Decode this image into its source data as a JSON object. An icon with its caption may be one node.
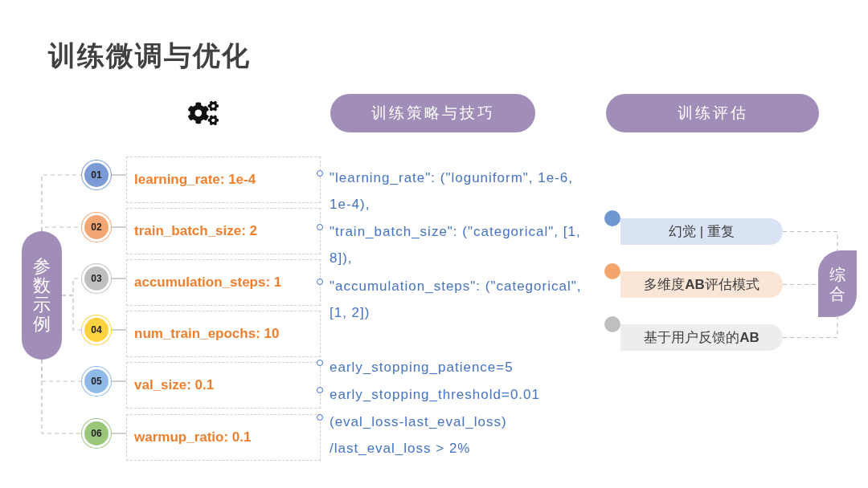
{
  "diagram": {
    "title": "训练微调与优化",
    "nodes": [
      {
        "text": [
          "参数示例"
        ]
      },
      {
        "text": [
          "01"
        ]
      },
      {
        "text": [
          "02"
        ]
      },
      {
        "text": [
          "03"
        ]
      },
      {
        "text": [
          "04"
        ]
      },
      {
        "text": [
          "05"
        ]
      },
      {
        "text": [
          "06"
        ]
      },
      {
        "text": [
          "learning_rate: 1e-4"
        ]
      },
      {
        "text": [
          "train_batch_size: 2"
        ]
      },
      {
        "text": [
          "accumulation_steps: 1"
        ]
      },
      {
        "text": [
          "num_train_epochs: 10"
        ]
      },
      {
        "text": [
          "val_size: 0.1"
        ]
      },
      {
        "text": [
          "warmup_ratio: 0.1"
        ]
      },
      {
        "text": [
          "训练策略与技巧"
        ]
      },
      {
        "text": [
          "训练评估"
        ]
      },
      {
        "text": [
          "幻觉 | 重复"
        ]
      },
      {
        "text": [
          "多维度**AB**评估模式"
        ]
      },
      {
        "text": [
          "基于用户反馈的**AB**"
        ]
      },
      {
        "text": [
          "综合"
        ]
      }
    ],
    "edges": [
      {
        "from": 0,
        "to": 1,
        "arrow": "none",
        "style": "dashed"
      },
      {
        "from": 0,
        "to": 2,
        "arrow": "none",
        "style": "dashed"
      },
      {
        "from": 0,
        "to": 3,
        "arrow": "none",
        "style": "dashed"
      },
      {
        "from": 0,
        "to": 4,
        "arrow": "none",
        "style": "dashed"
      },
      {
        "from": 0,
        "to": 5,
        "arrow": "none",
        "style": "dashed"
      },
      {
        "from": 0,
        "to": 6,
        "arrow": "none",
        "style": "dashed"
      },
      {
        "from": 1,
        "to": 7,
        "arrow": "none"
      },
      {
        "from": 2,
        "to": 8,
        "arrow": "none"
      },
      {
        "from": 3,
        "to": 9,
        "arrow": "none"
      },
      {
        "from": 4,
        "to": 10,
        "arrow": "none"
      },
      {
        "from": 5,
        "to": 11,
        "arrow": "none"
      },
      {
        "from": 6,
        "to": 12,
        "arrow": "none"
      },
      {
        "from": 15,
        "to": 18,
        "arrow": "none",
        "style": "dashed"
      },
      {
        "from": 16,
        "to": 18,
        "arrow": "none",
        "style": "dashed"
      },
      {
        "from": 17,
        "to": 18,
        "arrow": "none",
        "style": "dashed"
      }
    ],
    "labels": [
      "\"learning_rate\": (\"loguniform\", 1e-6, 1e-4),",
      "\"train_batch_size\": (\"categorical\", [1, 8]),",
      "\"accumulation_steps\": (\"categorical\", [1, 2])",
      "early_stopping_patience=5",
      "early_stopping_threshold=0.01",
      "(eval_loss-last_eval_loss) /last_eval_loss > 2%"
    ]
  }
}
